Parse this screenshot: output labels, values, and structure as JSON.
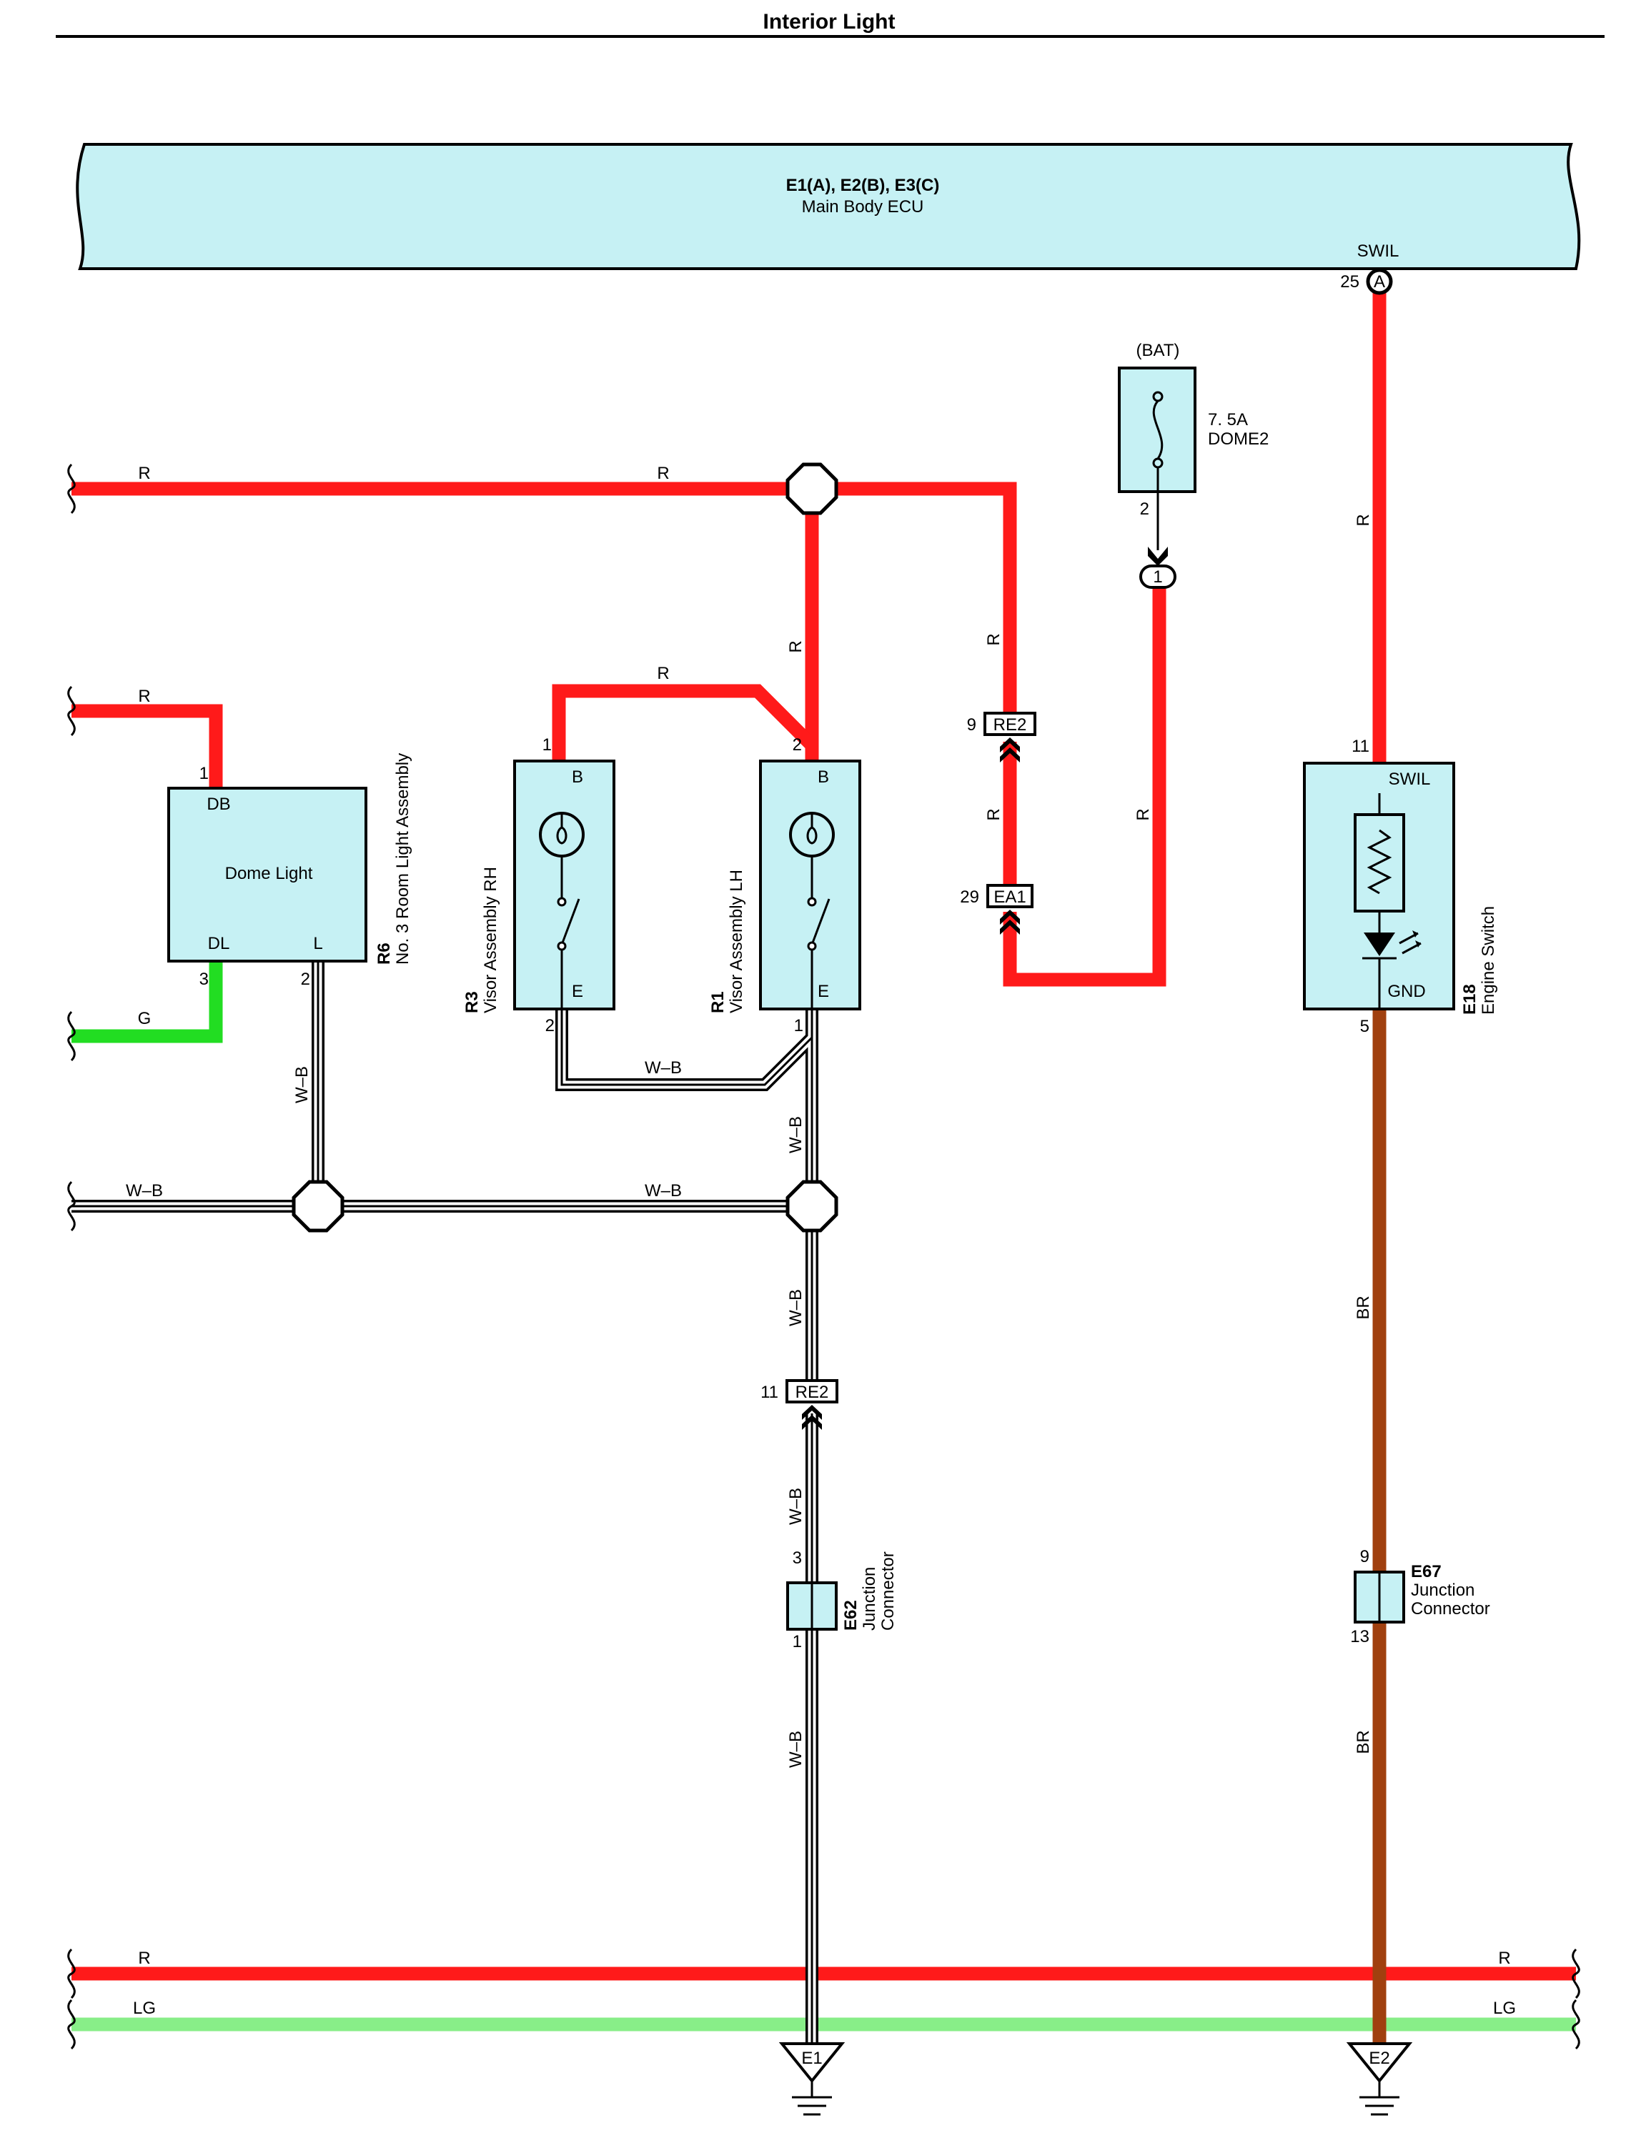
{
  "title": "Interior Light",
  "ecu": {
    "line1": "E1(A), E2(B), E3(C)",
    "line2": "Main Body ECU",
    "terminal_name": "SWIL",
    "pin": "25",
    "connector": "A"
  },
  "fuse": {
    "source": "(BAT)",
    "rating": "7. 5A",
    "name": "DOME2",
    "pin": "2",
    "connector_pin": "1"
  },
  "dome_light": {
    "code": "R6",
    "name": "No. 3 Room Light Assembly",
    "label": "Dome Light",
    "term_db": "DB",
    "term_dl": "DL",
    "term_l": "L",
    "pin_db": "1",
    "pin_dl": "3",
    "pin_l": "2"
  },
  "visor_rh": {
    "code": "R3",
    "name": "Visor Assembly RH",
    "term_b": "B",
    "term_e": "E",
    "pin_b": "1",
    "pin_e": "2"
  },
  "visor_lh": {
    "code": "R1",
    "name": "Visor Assembly LH",
    "term_b": "B",
    "term_e": "E",
    "pin_b": "2",
    "pin_e": "1"
  },
  "engine_switch": {
    "code": "E18",
    "name": "Engine Switch",
    "term_swil": "SWIL",
    "term_gnd": "GND",
    "pin_swil": "11",
    "pin_gnd": "5"
  },
  "connectors": {
    "re2_top": {
      "name": "RE2",
      "pin": "9"
    },
    "ea1": {
      "name": "EA1",
      "pin": "29"
    },
    "re2_bottom": {
      "name": "RE2",
      "pin": "11"
    }
  },
  "junction_e62": {
    "code": "E62",
    "line1": "Junction",
    "line2": "Connector",
    "pin_in": "3",
    "pin_out": "1"
  },
  "junction_e67": {
    "code": "E67",
    "line1": "Junction",
    "line2": "Connector",
    "pin_in": "9",
    "pin_out": "13"
  },
  "grounds": {
    "left": "E1",
    "right": "E2"
  },
  "wire_colors": {
    "r": "R",
    "g": "G",
    "wb": "W–B",
    "br": "BR",
    "lg": "LG"
  },
  "colors": {
    "red": "#ff1a1a",
    "green": "#22dd22",
    "light_green": "#88ee88",
    "brown": "#a0400f",
    "box_fill": "#c6f1f4"
  }
}
